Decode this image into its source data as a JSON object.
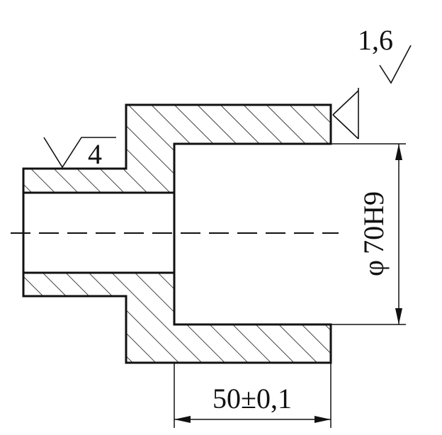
{
  "drawing": {
    "roughness_top_right": "1,6",
    "roughness_left": "4",
    "diameter_symbol": "φ",
    "diameter_value": "70H9",
    "length_dimension": "50±0,1"
  }
}
